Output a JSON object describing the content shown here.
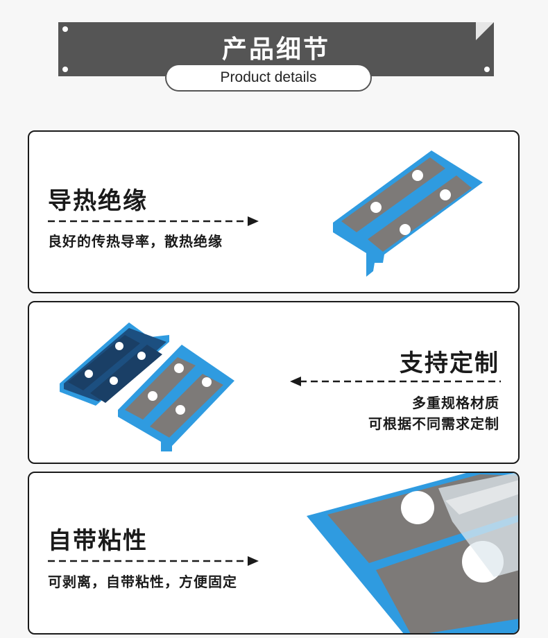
{
  "header": {
    "title_cn": "产品细节",
    "title_en": "Product details"
  },
  "colors": {
    "banner": "#555555",
    "sticker_blue": "#2f9be0",
    "pad_grey": "#7d7a78"
  },
  "cards": [
    {
      "title": "导热绝缘",
      "desc_lines": [
        "良好的传热导率，散热绝缘"
      ],
      "arrow": "right"
    },
    {
      "title": "支持定制",
      "desc_lines": [
        "多重规格材质",
        "可根据不同需求定制"
      ],
      "arrow": "left"
    },
    {
      "title": "自带粘性",
      "desc_lines": [
        "可剥离，自带粘性，方便固定"
      ],
      "arrow": "right"
    }
  ]
}
